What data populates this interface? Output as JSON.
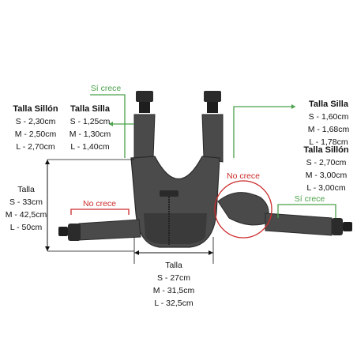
{
  "left_top": {
    "sillon": {
      "title": "Talla Sillón",
      "lines": [
        "S - 2,30cm",
        "M - 2,50cm",
        "L - 2,70cm"
      ]
    },
    "silla": {
      "title": "Talla Silla",
      "lines": [
        "S - 1,25cm",
        "M - 1,30cm",
        "L - 1,40cm"
      ]
    },
    "grows_label": "Sí crece"
  },
  "left_mid": {
    "title": "Talla",
    "lines": [
      "S - 33cm",
      "M - 42,5cm",
      "L - 50cm"
    ]
  },
  "left_strap": {
    "no_grow_label": "No crece"
  },
  "bottom": {
    "title": "Talla",
    "lines": [
      "S - 27cm",
      "M - 31,5cm",
      "L - 32,5cm"
    ]
  },
  "right_top": {
    "silla": {
      "title": "Talla Silla",
      "lines": [
        "S - 1,60cm",
        "M - 1,68cm",
        "L - 1,78cm"
      ]
    },
    "sillon": {
      "title": "Talla Sillón",
      "lines": [
        "S - 2,70cm",
        "M - 3,00cm",
        "L - 3,00cm"
      ]
    }
  },
  "right_mid": {
    "no_grow_label": "No crece",
    "grows_label": "Sí crece"
  },
  "colors": {
    "green": "#4aa14a",
    "red": "#cc2a2a",
    "fabric": "#4d4d4d",
    "mesh": "#3c3c3c"
  }
}
